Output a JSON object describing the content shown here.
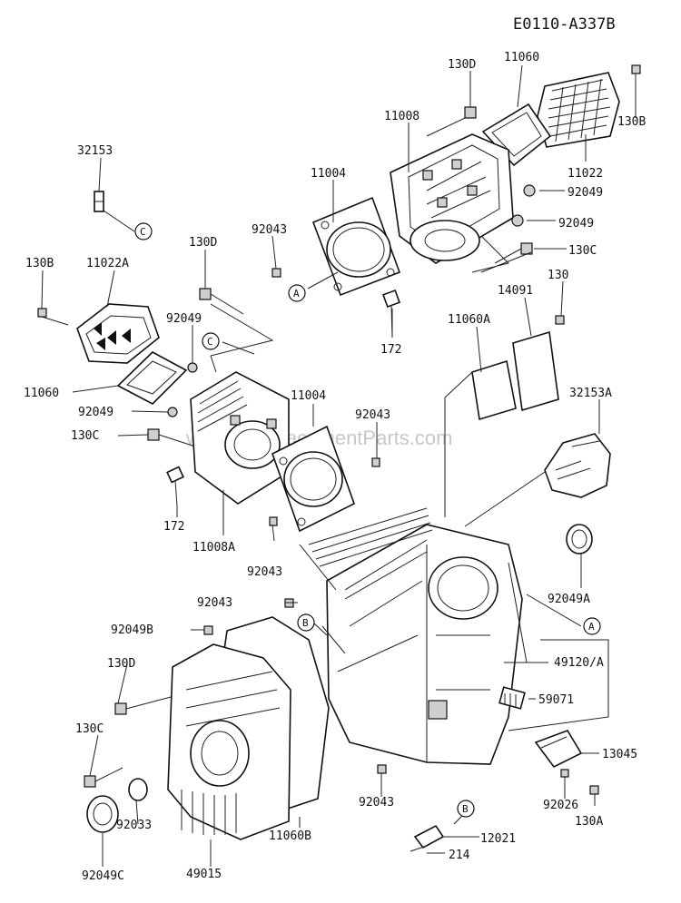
{
  "diagram": {
    "code": "E0110-A337B",
    "watermark": "www.eReplacementParts.com",
    "labels": {
      "l130d_top": "130D",
      "l11060_top": "11060",
      "l130b_right": "130B",
      "l11008": "11008",
      "l32153": "32153",
      "l11004_top": "11004",
      "l11022": "11022",
      "l92049_r1": "92049",
      "l92049_r2": "92049",
      "l92043_top": "92043",
      "l130c_right": "130C",
      "l130b_left": "130B",
      "l11022a": "11022A",
      "l130d_mid": "130D",
      "l130_right": "130",
      "l14091": "14091",
      "l172_top": "172",
      "l11060a": "11060A",
      "l92049_mid": "92049",
      "l11060_left": "11060",
      "l11004_mid": "11004",
      "l92049_left": "92049",
      "l92043_mid": "92043",
      "l32153a": "32153A",
      "l130c_left": "130C",
      "l172_bottom": "172",
      "l11008a": "11008A",
      "l92043_low": "92043",
      "l92049a": "92049A",
      "l92043_b": "92043",
      "l92049b": "92049B",
      "l49120a": "49120/A",
      "l130d_low": "130D",
      "l59071": "59071",
      "l130c_low": "130C",
      "l13045": "13045",
      "l92043_bottom": "92043",
      "l12021": "12021",
      "l214": "214",
      "l92026": "92026",
      "l130a": "130A",
      "l92049c": "92049C",
      "l92033": "92033",
      "l49015": "49015",
      "l11060b": "11060B"
    },
    "callouts": {
      "c_top": "C",
      "a_top": "A",
      "c_mid": "C",
      "b_mid": "B",
      "a_right": "A",
      "b_bottom": "B"
    }
  }
}
